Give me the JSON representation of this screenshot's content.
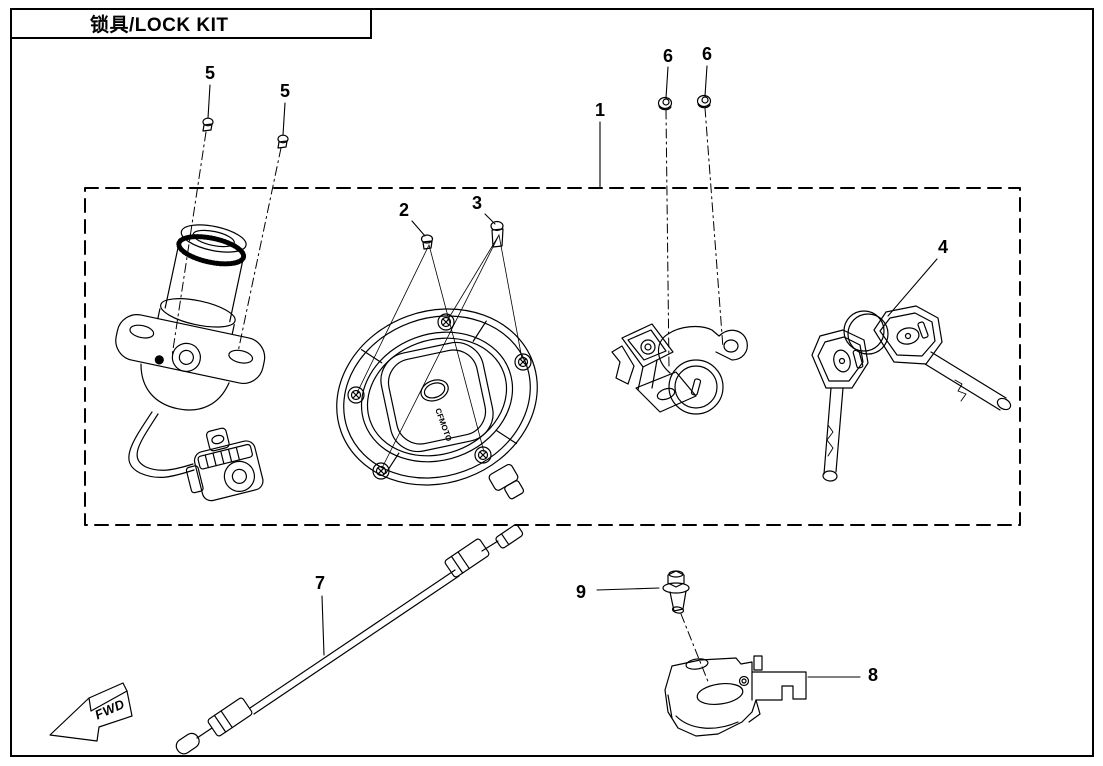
{
  "title": {
    "text": "锁具/LOCK KIT"
  },
  "callouts": [
    {
      "text": "1"
    },
    {
      "text": "2"
    },
    {
      "text": "3"
    },
    {
      "text": "4"
    },
    {
      "text": "5"
    },
    {
      "text": "5"
    },
    {
      "text": "6"
    },
    {
      "text": "6"
    },
    {
      "text": "7"
    },
    {
      "text": "8"
    },
    {
      "text": "9"
    }
  ],
  "fuel_cap_logo": {
    "text": "CFMOTO"
  },
  "direction_marker": {
    "text": "FWD"
  }
}
